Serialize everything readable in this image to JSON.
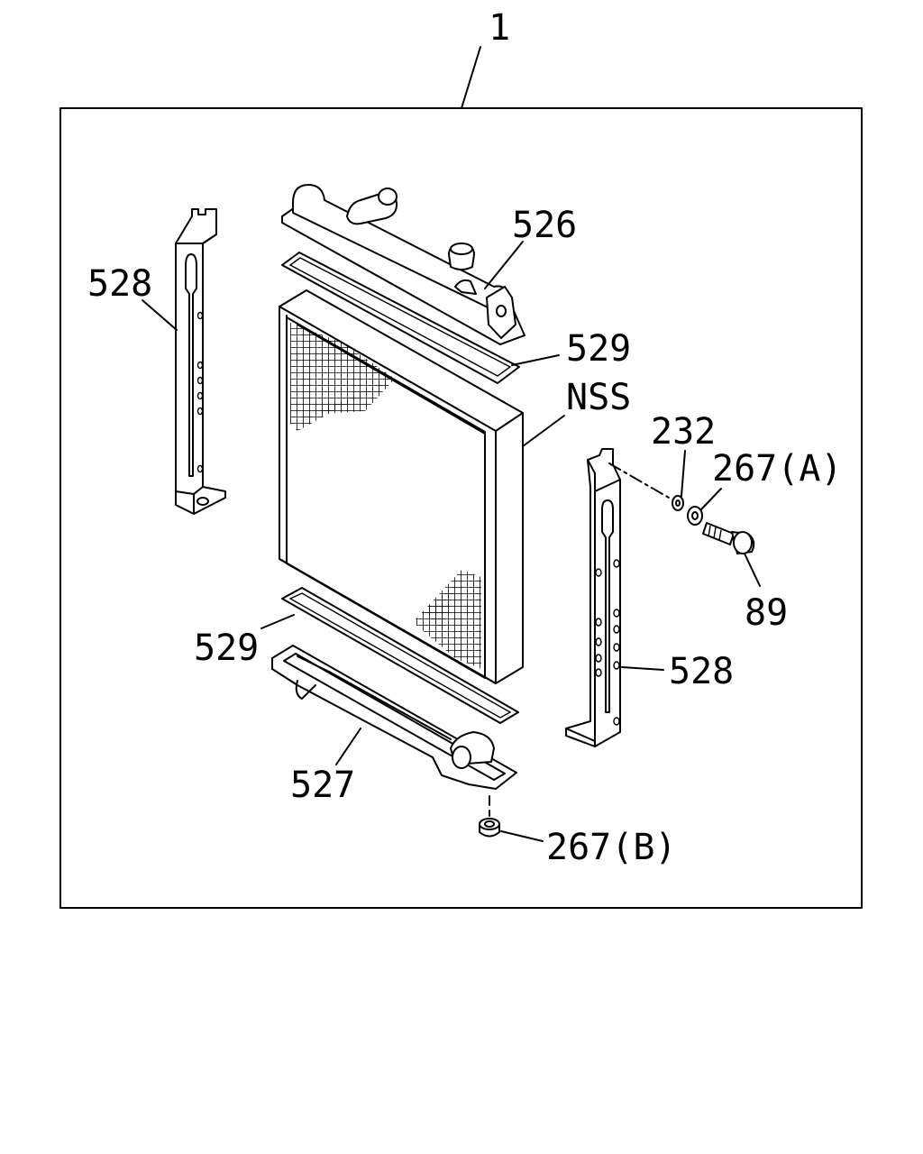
{
  "labels": {
    "assembly": "1",
    "upper_tank": "526",
    "lower_tank": "527",
    "bracket_left": "528",
    "bracket_right": "528",
    "gasket_upper": "529",
    "gasket_lower": "529",
    "core": "NSS",
    "washer": "232",
    "nut_a": "267(A)",
    "nut_b": "267(B)",
    "bolt": "89"
  }
}
